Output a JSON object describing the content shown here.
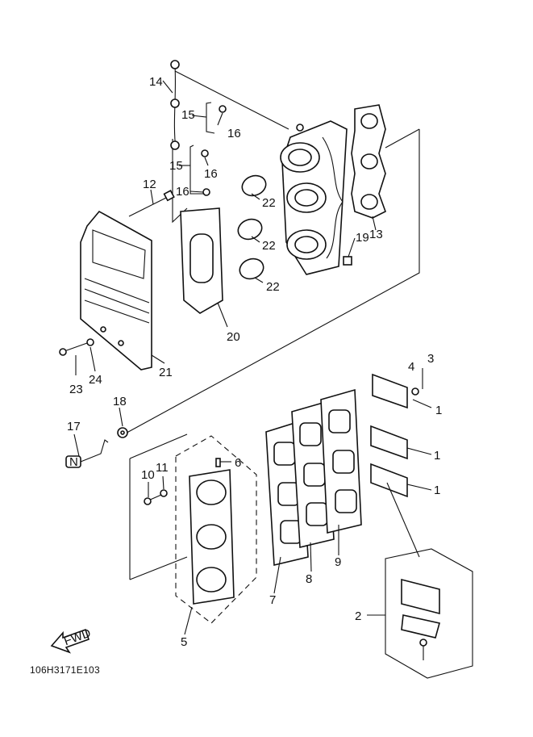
{
  "diagram": {
    "callouts": [
      "14",
      "15",
      "16",
      "15",
      "16",
      "16",
      "12",
      "22",
      "22",
      "22",
      "13",
      "19",
      "20",
      "21",
      "23",
      "24",
      "18",
      "17",
      "3",
      "4",
      "1",
      "1",
      "1",
      "10",
      "11",
      "6",
      "7",
      "8",
      "9",
      "2",
      "5"
    ],
    "fwd_label": "FWD",
    "code": "106H3171E103"
  }
}
